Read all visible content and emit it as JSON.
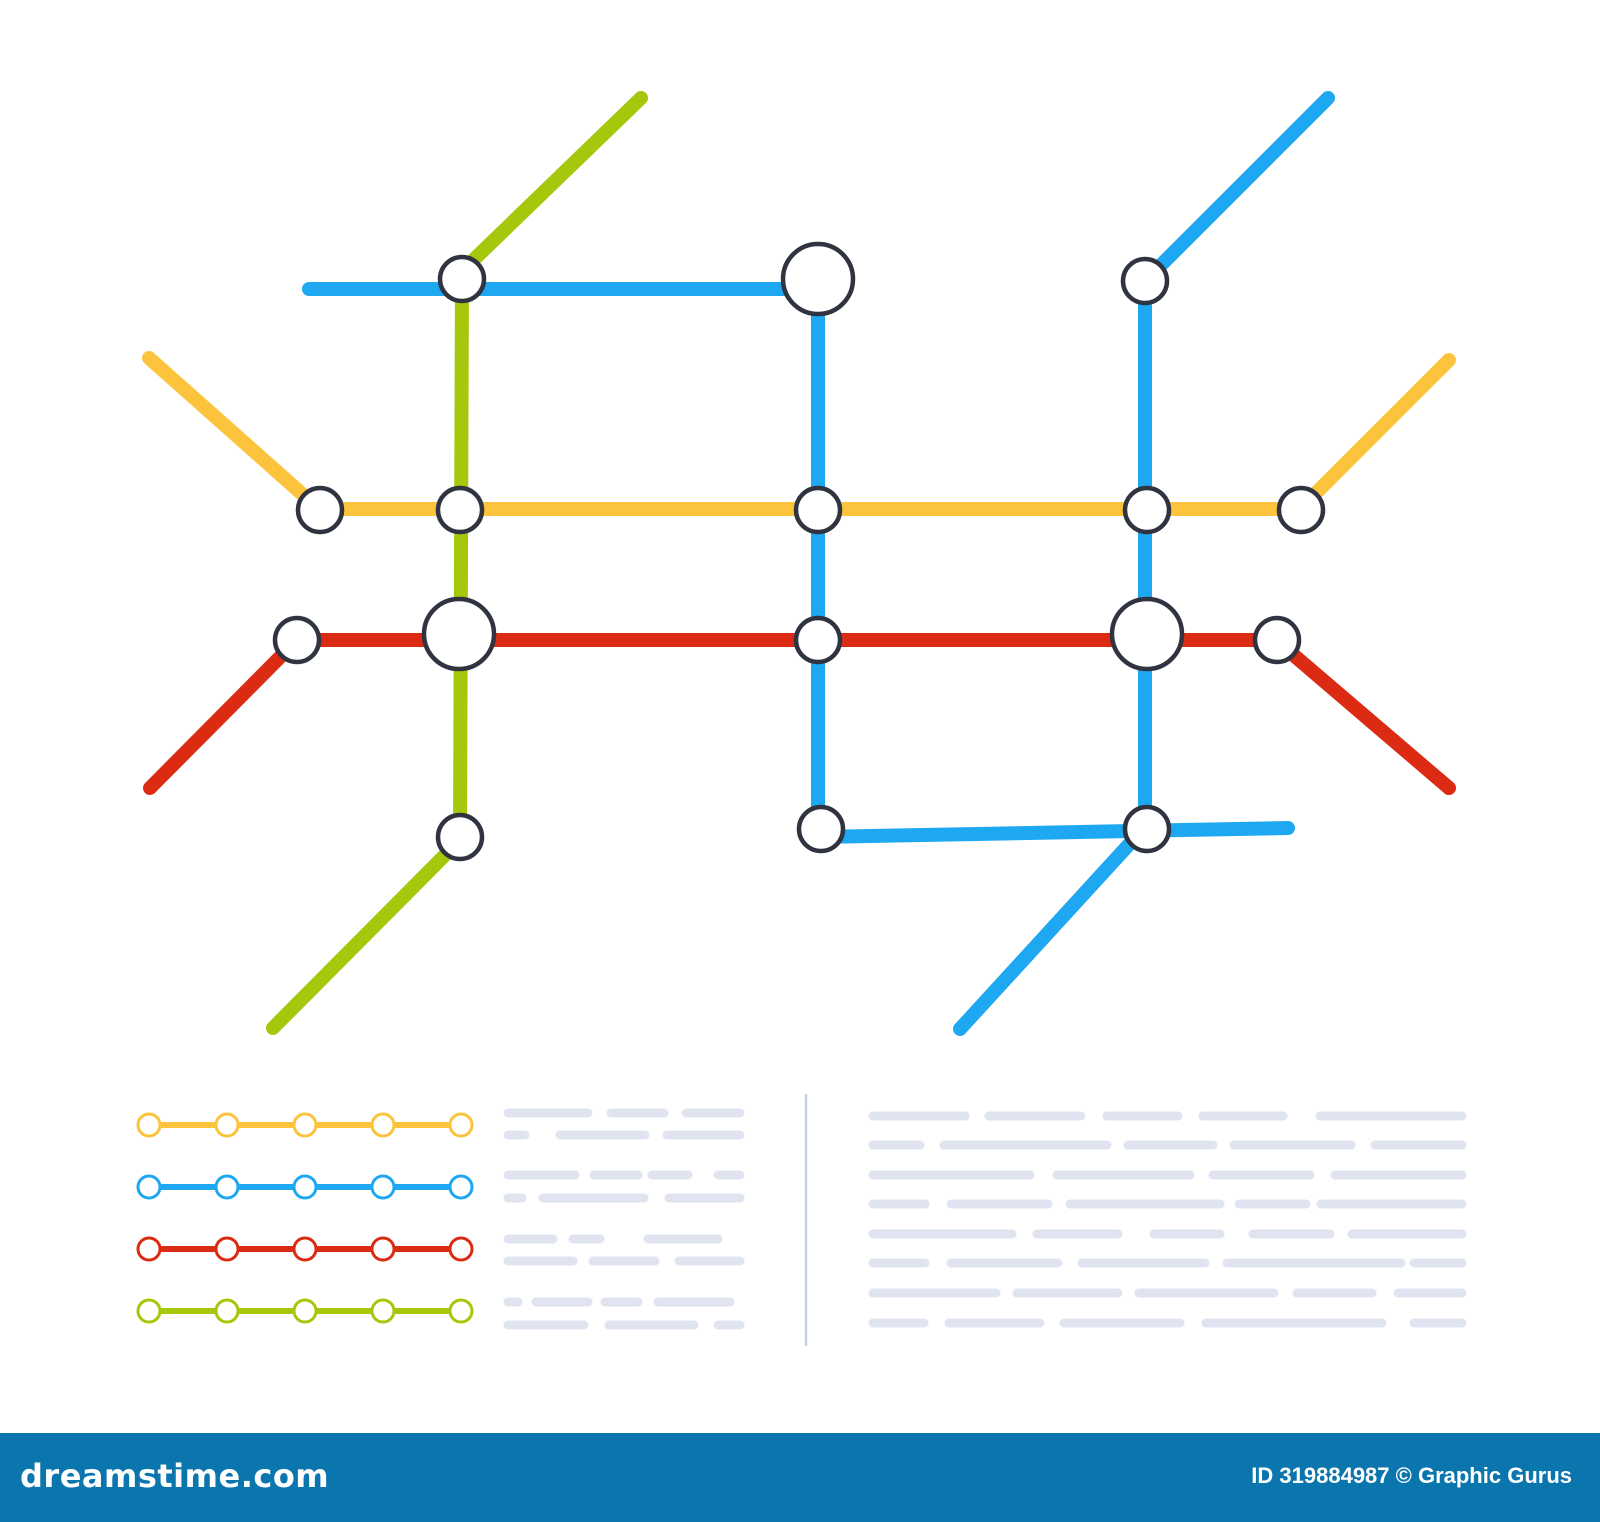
{
  "colors": {
    "yellow": "#fcc43c",
    "blue": "#1fa8f2",
    "red": "#db2b12",
    "green": "#a5c80d",
    "station_outline": "#2f3440",
    "placeholder_text": "#dfe4f0",
    "divider": "#c5d0e2",
    "footer_bg": "#0b76ad"
  },
  "legend": [
    {
      "line": "yellow",
      "stops": 5
    },
    {
      "line": "blue",
      "stops": 5
    },
    {
      "line": "red",
      "stops": 5
    },
    {
      "line": "green",
      "stops": 5
    }
  ],
  "footer": {
    "logo": "dreamstime.com",
    "credit": "ID 319884987 © Graphic Gurus"
  }
}
